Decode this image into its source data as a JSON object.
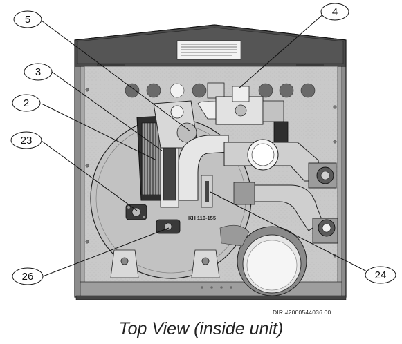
{
  "figure": {
    "caption": "Top View (inside unit)",
    "doc_id": "DIR #2000544036  00",
    "component_label": "KH 110-155"
  },
  "callouts": {
    "c2": "2",
    "c3": "3",
    "c4": "4",
    "c5": "5",
    "c23": "23",
    "c24": "24",
    "c26": "26"
  },
  "colors": {
    "housing": "#8a8a8a",
    "panel": "#c7c7c7",
    "top_cover": "#4a4a4a",
    "line": "#1a1a1a"
  }
}
